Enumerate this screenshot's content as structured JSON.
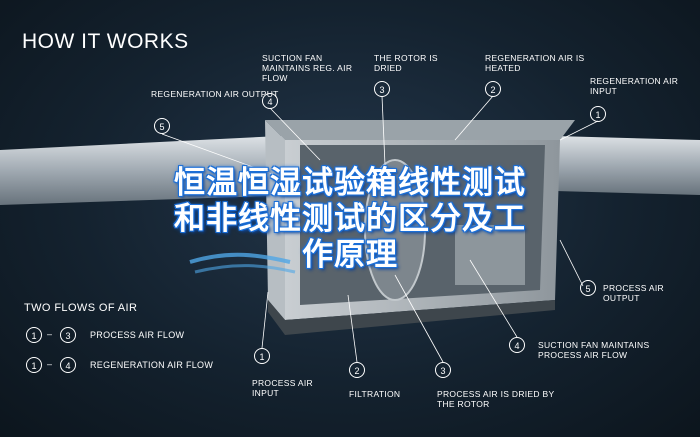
{
  "header": {
    "title": "HOW IT WORKS"
  },
  "overlay": {
    "line1": "恒温恒湿试验箱线性测试",
    "line2": "和非线性测试的区分及工",
    "line3": "作原理"
  },
  "callouts_top": [
    {
      "num": "5",
      "text": "REGENERATION AIR OUTPUT"
    },
    {
      "num": "4",
      "text": "SUCTION FAN MAINTAINS REG. AIR FLOW"
    },
    {
      "num": "3",
      "text": "THE ROTOR IS DRIED"
    },
    {
      "num": "2",
      "text": "REGENERATION AIR IS HEATED"
    },
    {
      "num": "1",
      "text": "REGENERATION AIR INPUT"
    }
  ],
  "callouts_bottom": [
    {
      "num": "1",
      "text": "PROCESS AIR INPUT"
    },
    {
      "num": "2",
      "text": "FILTRATION"
    },
    {
      "num": "3",
      "text": "PROCESS AIR IS DRIED BY THE ROTOR"
    },
    {
      "num": "4",
      "text": "SUCTION FAN MAINTAINS PROCESS AIR FLOW"
    },
    {
      "num": "5",
      "text": "PROCESS AIR OUTPUT"
    }
  ],
  "flows": {
    "title": "TWO FLOWS OF AIR",
    "items": [
      {
        "from": "1",
        "to": "3",
        "label": "PROCESS AIR FLOW"
      },
      {
        "from": "1",
        "to": "4",
        "label": "REGENERATION AIR FLOW"
      }
    ]
  },
  "colors": {
    "background": "#14222f",
    "overlay_outline": "#1b6fd8"
  }
}
